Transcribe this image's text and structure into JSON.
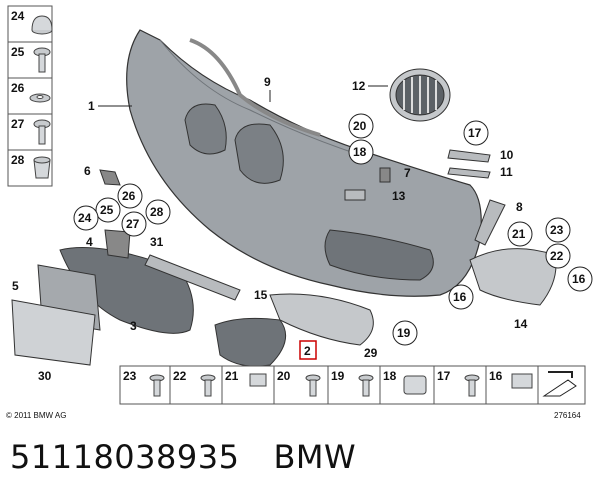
{
  "diagram": {
    "copyright": "© 2011 BMW AG",
    "diagram_number": "276164",
    "side_parts": [
      "24",
      "25",
      "26",
      "27",
      "28"
    ],
    "callouts": {
      "c1": "1",
      "c2": "2",
      "c3": "3",
      "c4": "4",
      "c5": "5",
      "c6": "6",
      "c7": "7",
      "c8": "8",
      "c9": "9",
      "c10": "10",
      "c11": "11",
      "c12": "12",
      "c13": "13",
      "c14": "14",
      "c15": "15",
      "c16a": "16",
      "c16b": "16",
      "c17": "17",
      "c18": "18",
      "c19": "19",
      "c20": "20",
      "c21": "21",
      "c22": "22",
      "c23": "23",
      "c24": "24",
      "c25": "25",
      "c26": "26",
      "c27": "27",
      "c28": "28",
      "c29": "29",
      "c30": "30",
      "c31": "31"
    },
    "bottom_parts": [
      "23",
      "22",
      "21",
      "20",
      "19",
      "18",
      "17",
      "16"
    ]
  },
  "caption": {
    "part_number": "51118038935",
    "brand": "BMW"
  },
  "colors": {
    "bumper": "#9ea3a8",
    "line": "#222222",
    "box_border": "#555555",
    "highlight": "#cc0000"
  }
}
